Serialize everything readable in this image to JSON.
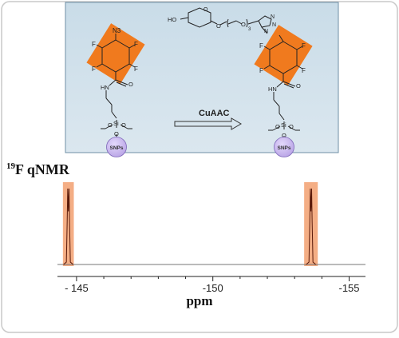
{
  "figure": {
    "scheme": {
      "reaction_arrow_label": "CuAAC",
      "left_molecule": {
        "ring_substituents": {
          "azide": "N3",
          "fluorines": [
            "F",
            "F",
            "F",
            "F"
          ]
        },
        "amide": {
          "nh": "HN",
          "carbonyl_o": "O"
        },
        "silane": {
          "si": "Si",
          "o_left": "O",
          "o_right": "O",
          "o_bottom": "O"
        },
        "particle_label": "SNPs"
      },
      "right_molecule": {
        "ring_substituents": {
          "fluorines": [
            "F",
            "F",
            "F",
            "F"
          ]
        },
        "amide": {
          "nh": "HN",
          "carbonyl_o": "O"
        },
        "silane": {
          "si": "Si",
          "o_left": "O",
          "o_right": "O",
          "o_bottom": "O"
        },
        "particle_label": "SNPs",
        "sugar": {
          "hydroxyl": "HO",
          "ring_o": "O",
          "glycosidic_o": "O",
          "peg_o": "O",
          "repeat": "3",
          "triazole_n": [
            "N",
            "N",
            "N"
          ]
        }
      }
    },
    "spectrum": {
      "title_sup": "19",
      "title_rest": "F qNMR",
      "xlabel": "ppm",
      "colors": {
        "highlight": "#f2a070",
        "panel": "#d4e4ee",
        "particle": "#cbb8ee",
        "ring": "#f07a1e"
      },
      "chart_data": {
        "type": "line",
        "title": "19F qNMR",
        "xlabel": "ppm",
        "ylabel": "",
        "xlim": [
          -144.3,
          -155.6
        ],
        "x_axis_reversed": true,
        "xticks": [
          -145,
          -150,
          -155
        ],
        "xtick_labels": [
          "- 145",
          "-150",
          "-155"
        ],
        "series": [
          {
            "peaks": [
              {
                "x": -144.7,
                "relative_height": 1.0
              },
              {
                "x": -153.6,
                "relative_height": 1.0
              }
            ]
          }
        ],
        "highlighted_regions": [
          [
            -144.5,
            -144.9
          ],
          [
            -153.35,
            -153.85
          ]
        ]
      }
    }
  }
}
